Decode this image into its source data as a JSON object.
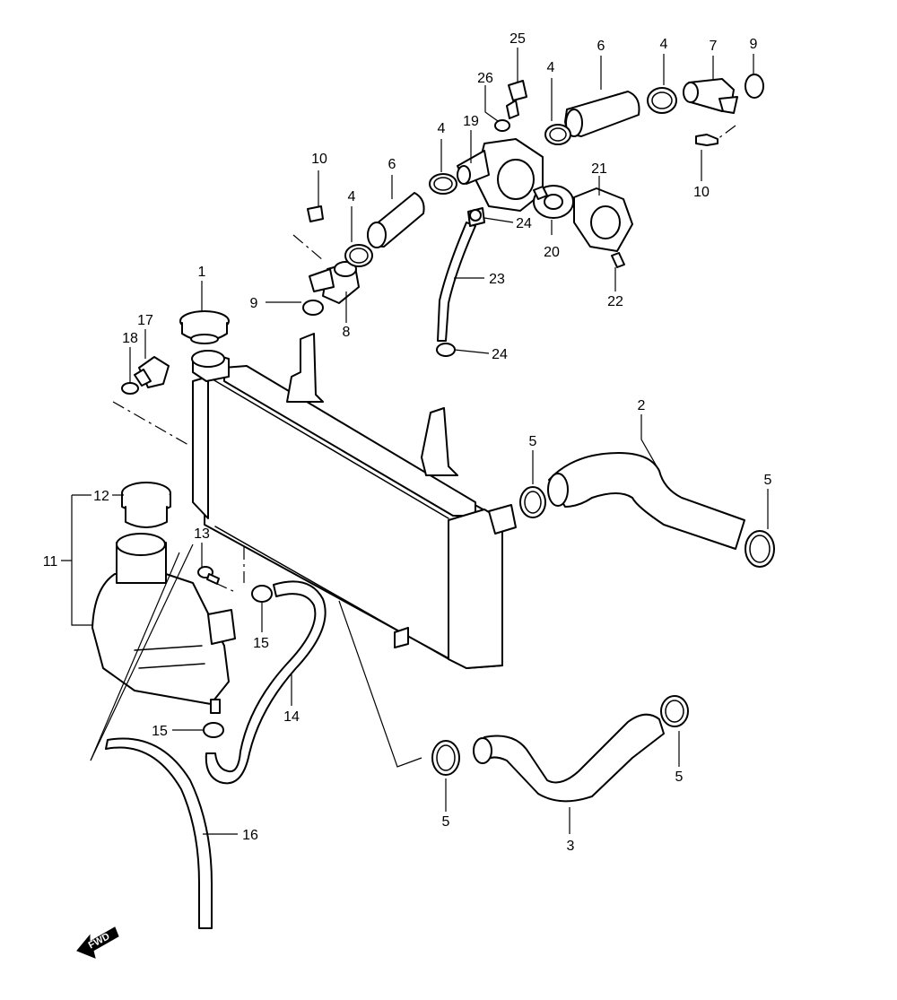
{
  "callouts": {
    "c1": "1",
    "c2": "2",
    "c3": "3",
    "c4a": "4",
    "c4b": "4",
    "c4c": "4",
    "c4d": "4",
    "c5a": "5",
    "c5b": "5",
    "c5c": "5",
    "c5d": "5",
    "c6a": "6",
    "c6b": "6",
    "c7": "7",
    "c8": "8",
    "c9a": "9",
    "c9b": "9",
    "c10a": "10",
    "c10b": "10",
    "c11": "11",
    "c12": "12",
    "c13": "13",
    "c14": "14",
    "c15a": "15",
    "c15b": "15",
    "c16": "16",
    "c17": "17",
    "c18": "18",
    "c19": "19",
    "c20": "20",
    "c21": "21",
    "c22": "22",
    "c23": "23",
    "c24a": "24",
    "c24b": "24",
    "c25": "25",
    "c26": "26"
  },
  "fwd_marker": {
    "label": "FWD"
  }
}
